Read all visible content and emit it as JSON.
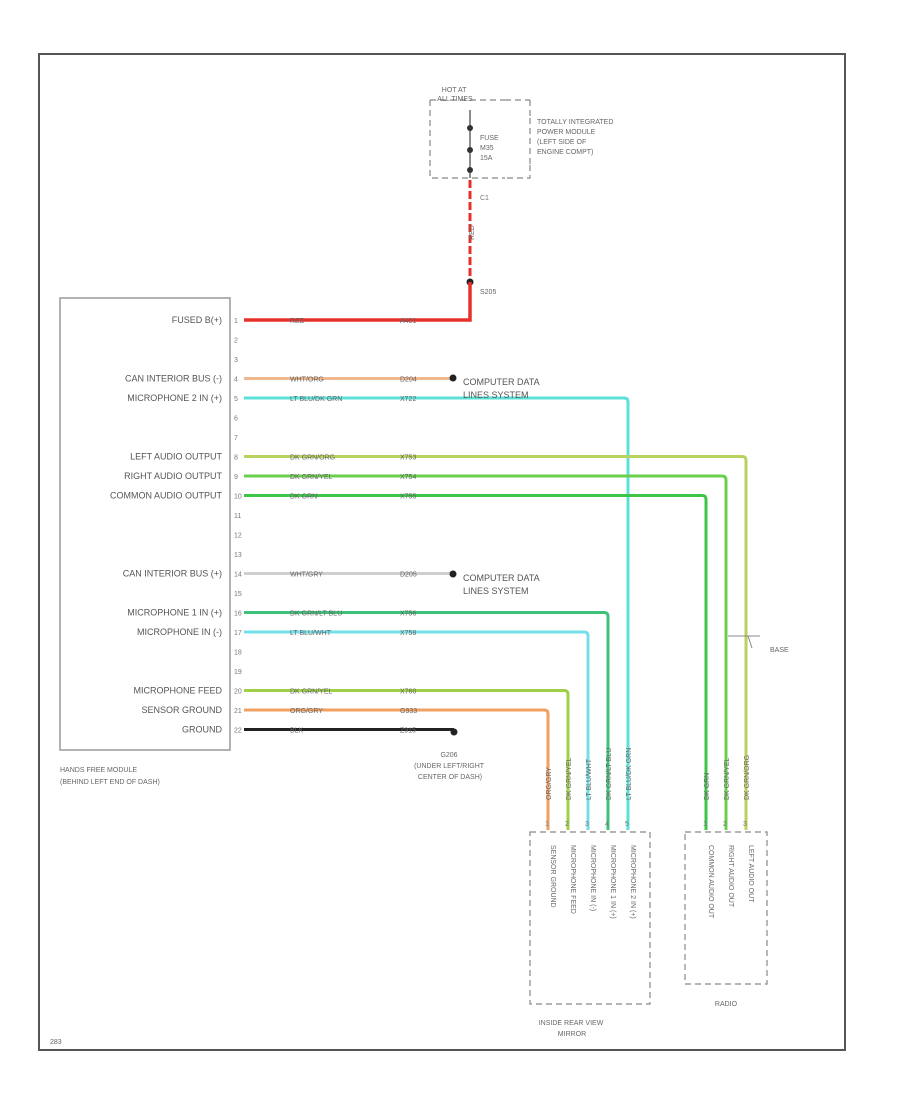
{
  "diagram_id": "283",
  "fuse_source": {
    "hot_at": "HOT AT\nALL TIMES",
    "fuse": "FUSE\nM35\n15A",
    "module": "TOTALLY INTEGRATED\nPOWER MODULE\n(LEFT SIDE OF\nENGINE COMPT)",
    "wire_color": "RED",
    "splice": "S205"
  },
  "hands_free_module": {
    "title": "HANDS FREE MODULE\n(BEHIND LEFT END OF DASH)",
    "pins": [
      {
        "pin": "1",
        "name": "FUSED B(+)",
        "color": "RED",
        "circuit": "A431",
        "wire": "#e8302a"
      },
      {
        "pin": "2",
        "name": ""
      },
      {
        "pin": "3",
        "name": ""
      },
      {
        "pin": "4",
        "name": "CAN INTERIOR BUS (-)",
        "color": "WHT/ORG",
        "circuit": "D204",
        "wire": "#f0b890"
      },
      {
        "pin": "5",
        "name": "MICROPHONE 2 IN (+)",
        "color": "LT BLU/DK GRN",
        "circuit": "X722",
        "wire": "#5ce0d8"
      },
      {
        "pin": "6",
        "name": ""
      },
      {
        "pin": "7",
        "name": ""
      },
      {
        "pin": "8",
        "name": "LEFT AUDIO OUTPUT",
        "color": "DK GRN/ORG",
        "circuit": "X753",
        "wire": "#b8d260"
      },
      {
        "pin": "9",
        "name": "RIGHT AUDIO OUTPUT",
        "color": "DK GRN/YEL",
        "circuit": "X754",
        "wire": "#6ad04c"
      },
      {
        "pin": "10",
        "name": "COMMON AUDIO OUTPUT",
        "color": "DK GRN",
        "circuit": "X755",
        "wire": "#3fc44a"
      },
      {
        "pin": "11",
        "name": ""
      },
      {
        "pin": "12",
        "name": ""
      },
      {
        "pin": "13",
        "name": ""
      },
      {
        "pin": "14",
        "name": "CAN INTERIOR BUS (+)",
        "color": "WHT/GRY",
        "circuit": "D205",
        "wire": "#cfcfcf"
      },
      {
        "pin": "15",
        "name": ""
      },
      {
        "pin": "16",
        "name": "MICROPHONE 1 IN (+)",
        "color": "DK GRN/LT BLU",
        "circuit": "X756",
        "wire": "#3ec27a"
      },
      {
        "pin": "17",
        "name": "MICROPHONE IN (-)",
        "color": "LT BLU/WHT",
        "circuit": "X758",
        "wire": "#74dfe8"
      },
      {
        "pin": "18",
        "name": ""
      },
      {
        "pin": "19",
        "name": ""
      },
      {
        "pin": "20",
        "name": "MICROPHONE FEED",
        "color": "DK GRN/YEL",
        "circuit": "X760",
        "wire": "#9ed048"
      },
      {
        "pin": "21",
        "name": "SENSOR GROUND",
        "color": "ORG/GRY",
        "circuit": "G933",
        "wire": "#f0a060"
      },
      {
        "pin": "22",
        "name": "GROUND",
        "color": "BLK",
        "circuit": "Z915",
        "wire": "#222222"
      }
    ]
  },
  "destinations": {
    "computer_data_1": "COMPUTER DATA\nLINES SYSTEM",
    "computer_data_2": "COMPUTER DATA\nLINES SYSTEM",
    "ground": "G206\n(UNDER LEFT/RIGHT\nCENTER OF DASH)",
    "base": "BASE"
  },
  "mirror": {
    "title": "INSIDE REAR VIEW\nMIRROR",
    "pins": [
      "SENSOR GROUND",
      "MICROPHONE FEED",
      "MICROPHONE IN (-)",
      "MICROPHONE 1 IN (+)",
      "MICROPHONE 2 IN (+)"
    ],
    "wire_labels": [
      "ORG/GRY",
      "DK GRN/YEL",
      "LT BLU/WHT",
      "DK GRN/LT BLU",
      "LT BLU/DK GRN"
    ]
  },
  "radio": {
    "title": "RADIO",
    "pins": [
      "COMMON AUDIO OUT",
      "RIGHT AUDIO OUT",
      "LEFT AUDIO OUT"
    ],
    "wire_labels": [
      "DK GRN",
      "DK GRN/YEL",
      "DK GRN/ORG"
    ]
  }
}
